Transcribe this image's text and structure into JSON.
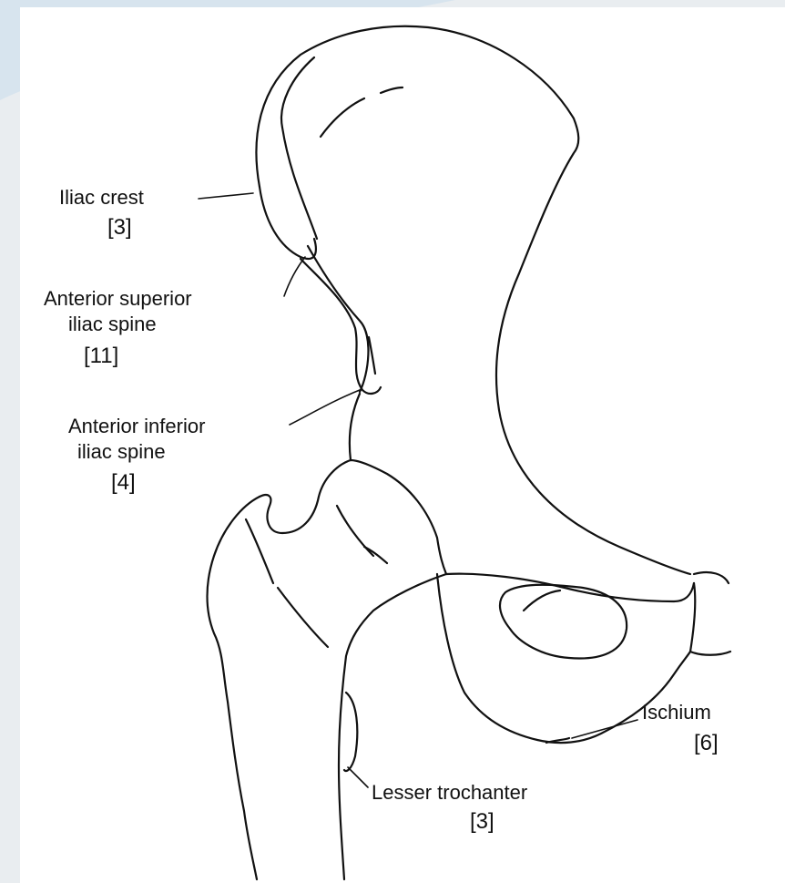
{
  "colors": {
    "ink": "#111111",
    "paper": "#ffffff",
    "background": "#e9edf0"
  },
  "labels": {
    "iliac_crest": {
      "name": "Iliac crest",
      "count": "[3]"
    },
    "asis": {
      "line1": "Anterior superior",
      "line2": "iliac spine",
      "count": "[11]"
    },
    "aiis": {
      "line1": "Anterior inferior",
      "line2": "iliac spine",
      "count": "[4]"
    },
    "ischium": {
      "name": "Ischium",
      "count": "[6]"
    },
    "lesser_trochanter": {
      "name": "Lesser trochanter",
      "count": "[3]"
    }
  }
}
